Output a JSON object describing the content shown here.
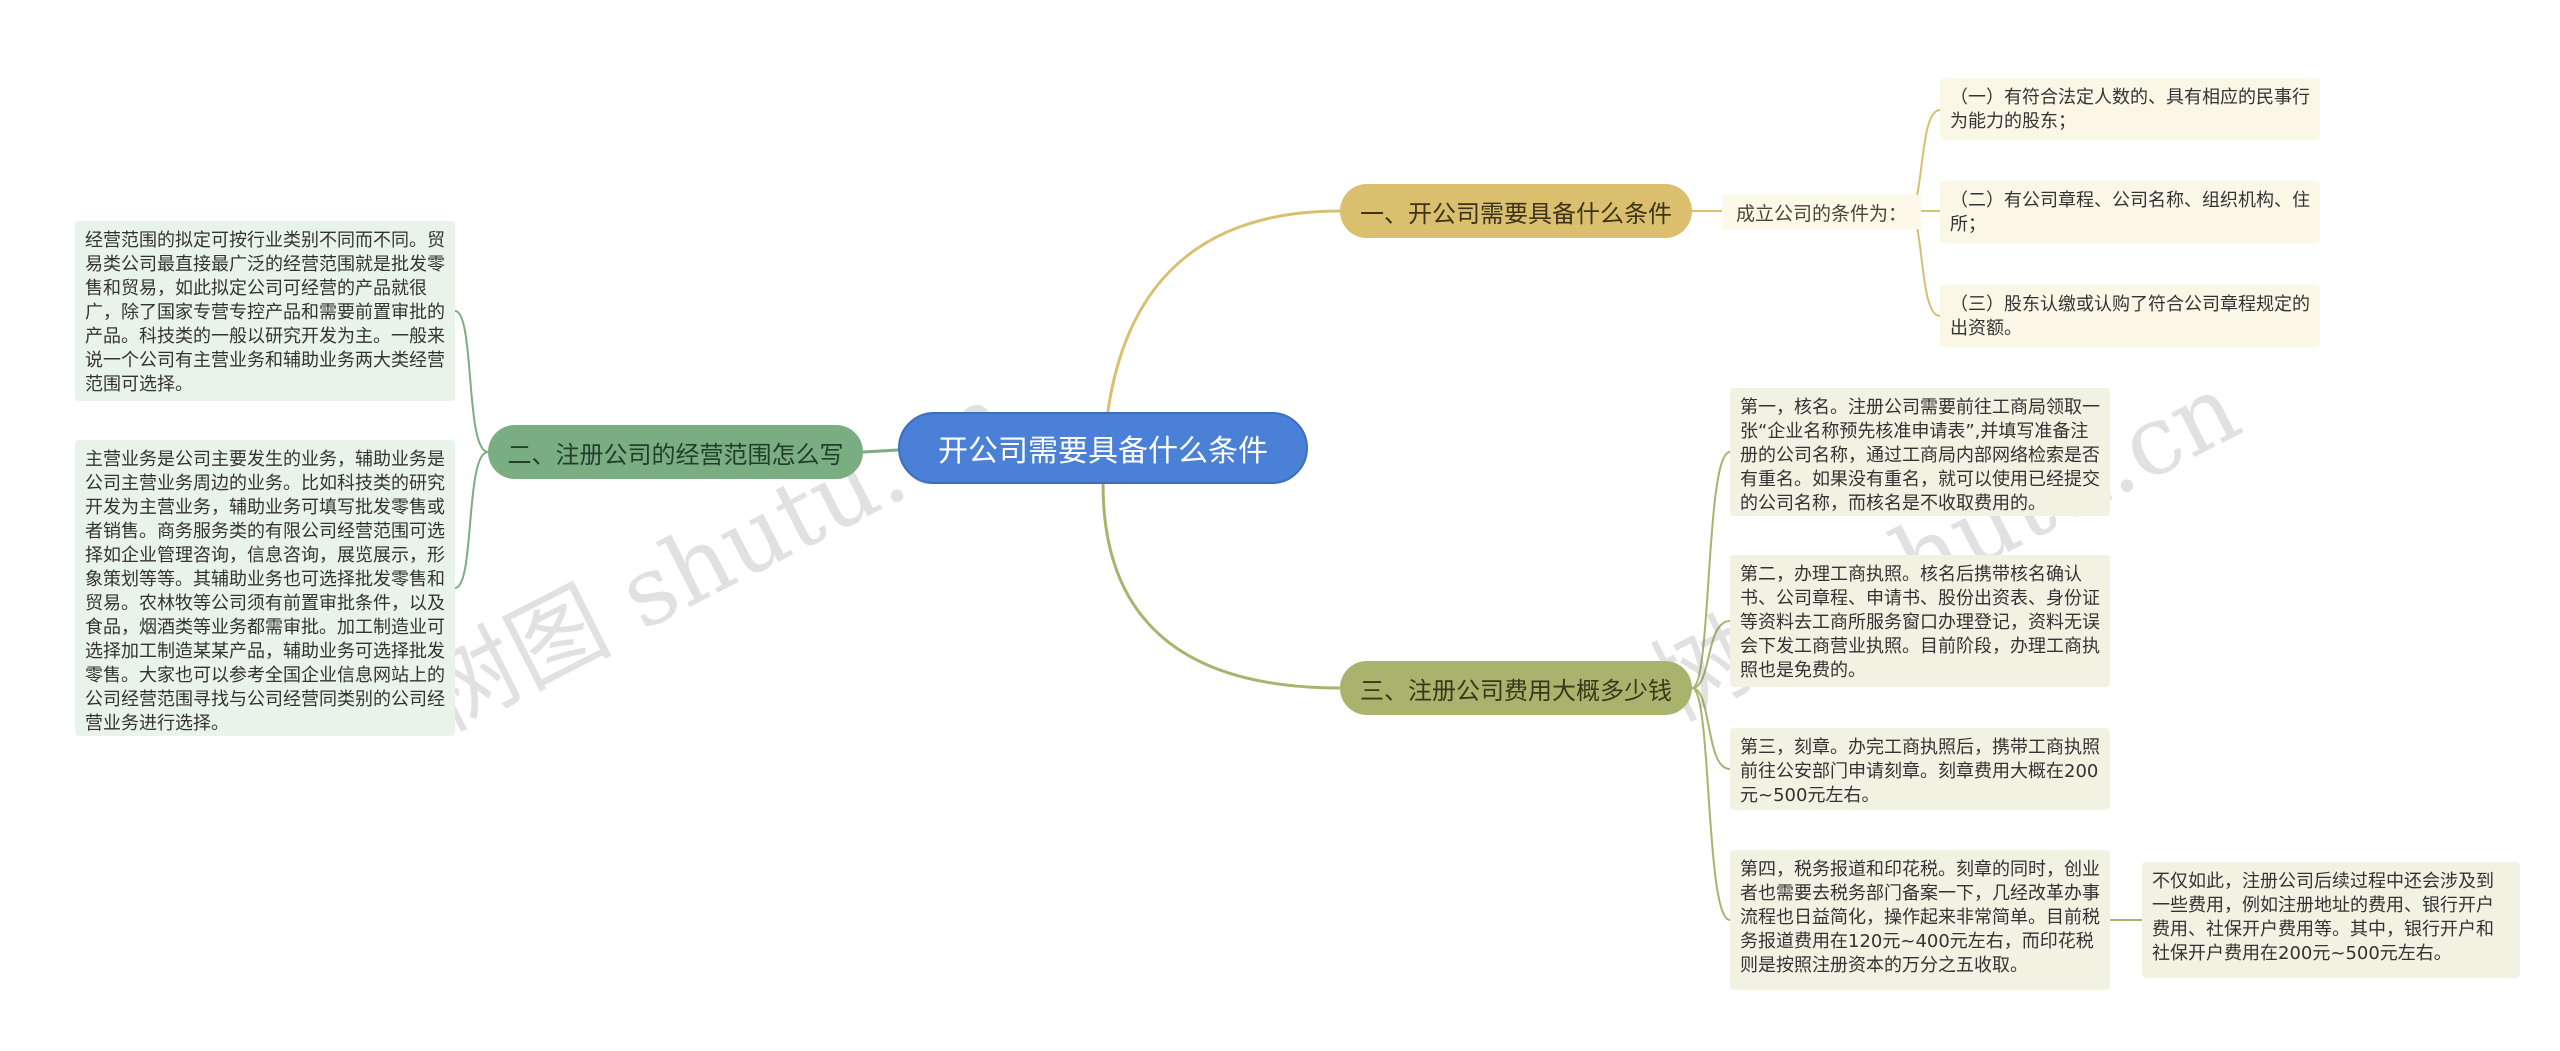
{
  "root": {
    "label": "开公司需要具备什么条件"
  },
  "branches": {
    "b1": {
      "label": "一、开公司需要具备什么条件",
      "sub_label": "成立公司的条件为：",
      "items": [
        "（一）有符合法定人数的、具有相应的民事行为能力的股东；",
        "（二）有公司章程、公司名称、组织机构、住所；",
        "（三）股东认缴或认购了符合公司章程规定的出资额。"
      ]
    },
    "b2": {
      "label": "二、注册公司的经营范围怎么写",
      "items": [
        "经营范围的拟定可按行业类别不同而不同。贸易类公司最直接最广泛的经营范围就是批发零售和贸易，如此拟定公司可经营的产品就很广，除了国家专营专控产品和需要前置审批的产品。科技类的一般以研究开发为主。一般来说一个公司有主营业务和辅助业务两大类经营范围可选择。",
        "主营业务是公司主要发生的业务，辅助业务是公司主营业务周边的业务。比如科技类的研究开发为主营业务，辅助业务可填写批发零售或者销售。商务服务类的有限公司经营范围可选择如企业管理咨询，信息咨询，展览展示，形象策划等等。其辅助业务也可选择批发零售和贸易。农林牧等公司须有前置审批条件，以及食品，烟酒类等业务都需审批。加工制造业可选择加工制造某某产品，辅助业务可选择批发零售。大家也可以参考全国企业信息网站上的公司经营范围寻找与公司经营同类别的公司经营业务进行选择。"
      ]
    },
    "b3": {
      "label": "三、注册公司费用大概多少钱",
      "items": [
        "第一，核名。注册公司需要前往工商局领取一张“企业名称预先核准申请表”,并填写准备注册的公司名称，通过工商局内部网络检索是否有重名。如果没有重名，就可以使用已经提交的公司名称，而核名是不收取费用的。",
        "第二，办理工商执照。核名后携带核名确认书、公司章程、申请书、股份出资表、身份证等资料去工商所服务窗口办理登记，资料无误会下发工商营业执照。目前阶段，办理工商执照也是免费的。",
        "第三，刻章。办完工商执照后，携带工商执照前往公安部门申请刻章。刻章费用大概在200元~500元左右。",
        "第四，税务报道和印花税。刻章的同时，创业者也需要去税务部门备案一下，几经改革办事流程也日益简化，操作起来非常简单。目前税务报道费用在120元~400元左右，而印花税则是按照注册资本的万分之五收取。"
      ],
      "note": "不仅如此，注册公司后续过程中还会涉及到一些费用，例如注册地址的费用、银行开户费用、社保开户费用等。其中，银行开户和社保开户费用在200元~500元左右。"
    }
  },
  "watermark": {
    "text": "树图 shutu.cn"
  },
  "colors": {
    "root": "#4a80d6",
    "branch1": "#d9bf6e",
    "branch2": "#7aae82",
    "branch3": "#aab36d"
  }
}
